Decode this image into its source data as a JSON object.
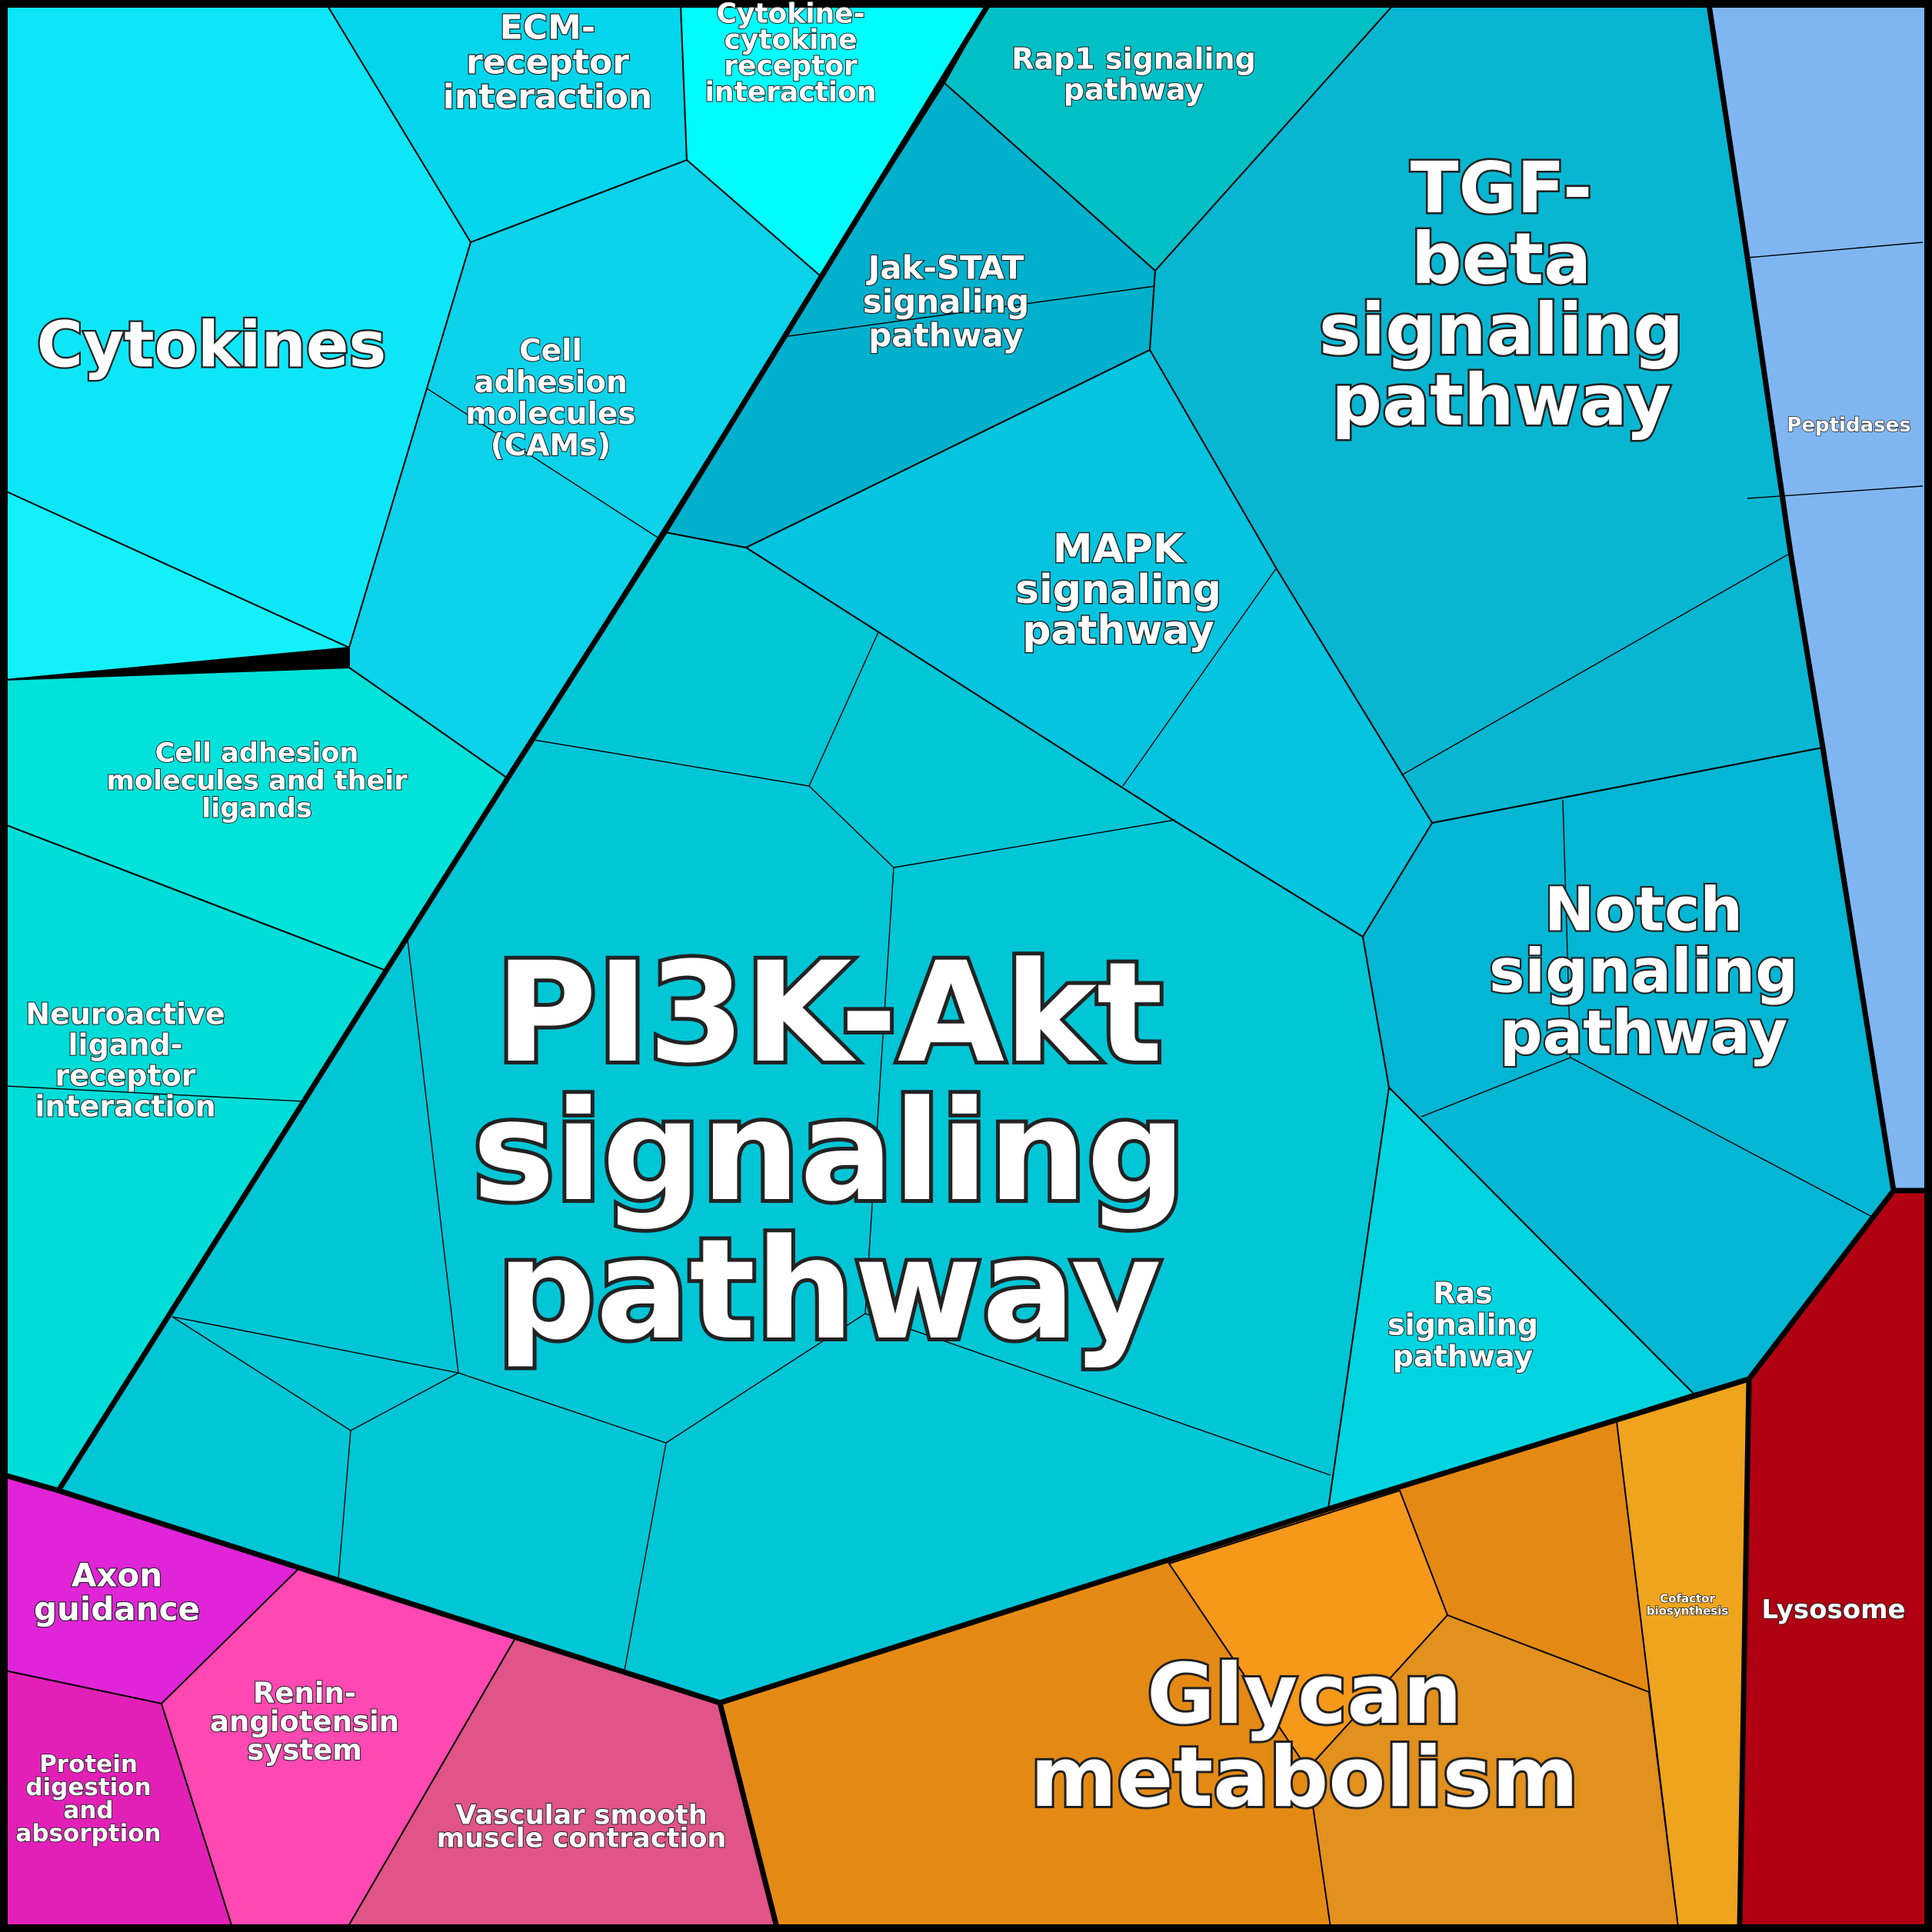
{
  "diagram": {
    "groups": [
      {
        "id": "signaling",
        "color": "#00b8d4",
        "cells": [
          {
            "id": "cytokines",
            "label": [
              "Cytokines"
            ],
            "color": "#0de6f7"
          },
          {
            "id": "ecm_receptor",
            "label": [
              "ECM-",
              "receptor",
              "interaction"
            ],
            "color": "#03d6ec"
          },
          {
            "id": "cytokine_cytokine",
            "label": [
              "Cytokine-",
              "cytokine",
              "receptor",
              "interaction"
            ],
            "color": "#00fcfc"
          },
          {
            "id": "rap1",
            "label": [
              "Rap1 signaling",
              "pathway"
            ],
            "color": "#00c0c6"
          },
          {
            "id": "jak_stat",
            "label": [
              "Jak-STAT",
              "signaling",
              "pathway"
            ],
            "color": "#00b0cc"
          },
          {
            "id": "cams",
            "label": [
              "Cell",
              "adhesion",
              "molecules",
              "(CAMs)"
            ],
            "color": "#0cd2ea"
          },
          {
            "id": "tgf_beta",
            "label": [
              "TGF-",
              "beta",
              "signaling",
              "pathway"
            ],
            "color": "#08b6d2"
          },
          {
            "id": "mapk",
            "label": [
              "MAPK",
              "signaling",
              "pathway"
            ],
            "color": "#04c4e0"
          },
          {
            "id": "cell_adhesion_ligands",
            "label": [
              "Cell adhesion",
              "molecules and their",
              "ligands"
            ],
            "color": "#00e2da"
          },
          {
            "id": "neuroactive",
            "label": [
              "Neuroactive",
              "ligand-",
              "receptor",
              "interaction"
            ],
            "color": "#00dcd8"
          },
          {
            "id": "pi3k_akt",
            "label": [
              "PI3K-Akt",
              "signaling",
              "pathway"
            ],
            "color": "#00c6d6"
          },
          {
            "id": "notch",
            "label": [
              "Notch",
              "signaling",
              "pathway"
            ],
            "color": "#03b6d4"
          },
          {
            "id": "ras",
            "label": [
              "Ras",
              "signaling",
              "pathway"
            ],
            "color": "#00d4e0"
          },
          {
            "id": "peptidases",
            "label": [
              "Peptidases"
            ],
            "color": "#7fb6f2"
          }
        ]
      },
      {
        "id": "development",
        "cells": [
          {
            "id": "axon_guidance",
            "label": [
              "Axon",
              "guidance"
            ],
            "color": "#e024d8"
          },
          {
            "id": "protein_digestion",
            "label": [
              "Protein",
              "digestion",
              "and",
              "absorption"
            ],
            "color": "#e220b8"
          },
          {
            "id": "renin_angiotensin",
            "label": [
              "Renin-",
              "angiotensin",
              "system"
            ],
            "color": "#ff48b2"
          },
          {
            "id": "vascular_smooth",
            "label": [
              "Vascular smooth",
              "muscle contraction"
            ],
            "color": "#e05488"
          }
        ]
      },
      {
        "id": "metabolism",
        "cells": [
          {
            "id": "glycan",
            "label": [
              "Glycan",
              "metabolism"
            ],
            "color": "#e48a14"
          },
          {
            "id": "cofactor",
            "label": [
              "Cofactor",
              "biosynthesis"
            ],
            "color": "#eea41c"
          },
          {
            "id": "lysosome",
            "label": [
              "Lysosome"
            ],
            "color": "#b00012"
          }
        ]
      }
    ]
  }
}
